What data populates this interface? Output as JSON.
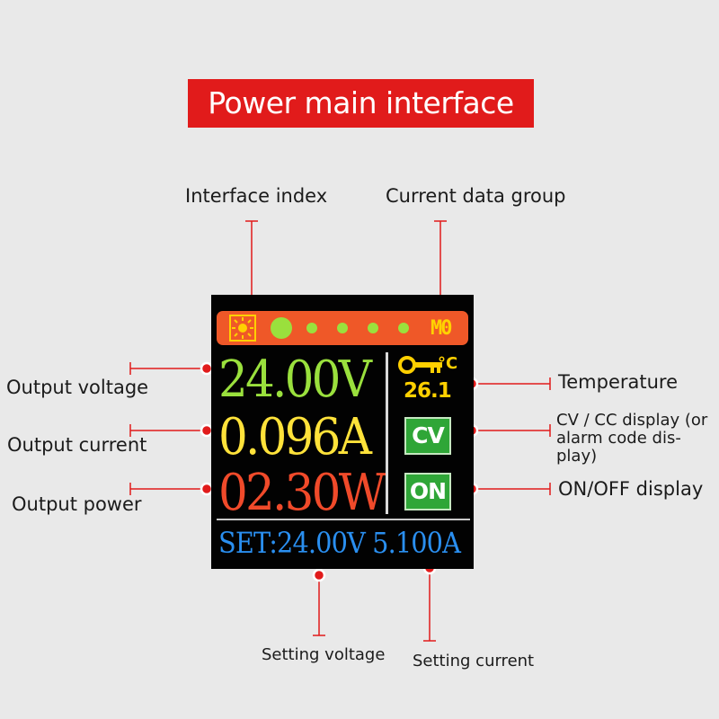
{
  "title": "Power main interface",
  "callouts": {
    "interface_index": "Interface index",
    "current_data_group": "Current data group",
    "output_voltage": "Output voltage",
    "output_current": "Output current",
    "output_power": "Output power",
    "temperature": "Temperature",
    "cv_cc_display": "CV / CC display (or alarm code dis-play)",
    "on_off_display": "ON/OFF display",
    "setting_voltage": "Setting voltage",
    "setting_current": "Setting current"
  },
  "display": {
    "data_group": "M0",
    "voltage": "24.00V",
    "current": "0.096A",
    "power": "02.30W",
    "temperature_unit": "°C",
    "temperature": "26.1",
    "mode": "CV",
    "output_state": "ON",
    "set_label": "SET:",
    "set_voltage": "24.00V",
    "set_current": "5.100A"
  },
  "colors": {
    "banner": "#e11b1b",
    "voltage": "#9ae03d",
    "current": "#ffe23a",
    "power": "#f04a2a",
    "set_line": "#2a8ff0",
    "status_bar": "#ef5828",
    "badge": "#2fa637",
    "marker": "#e11b1b"
  }
}
